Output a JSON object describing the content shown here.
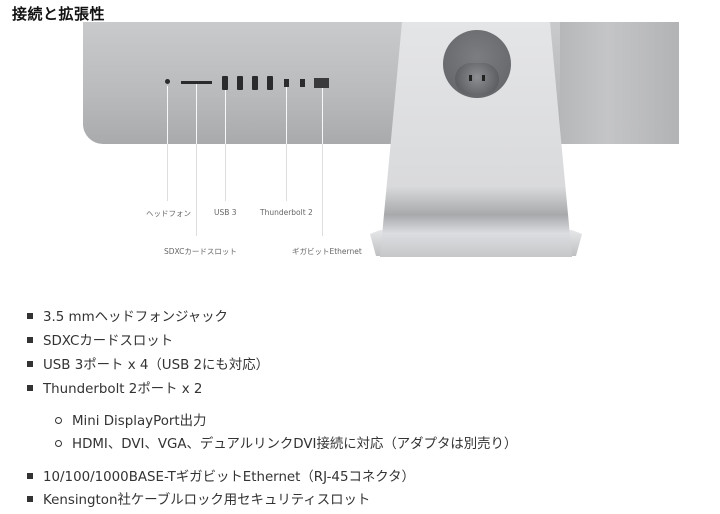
{
  "section": {
    "title": "接続と拡張性"
  },
  "diagram": {
    "labels": {
      "headphone": "ヘッドフォン",
      "usb3": "USB 3",
      "thunderbolt": "Thunderbolt 2",
      "sdxc": "SDXCカードスロット",
      "ethernet": "ギガビットEthernet"
    }
  },
  "features": [
    {
      "text": "3.5 mmヘッドフォンジャック"
    },
    {
      "text": "SDXCカードスロット"
    },
    {
      "text": "USB 3ポート x 4（USB 2にも対応）"
    },
    {
      "text": "Thunderbolt 2ポート x 2",
      "subitems": [
        {
          "text": "Mini DisplayPort出力"
        },
        {
          "text": "HDMI、DVI、VGA、デュアルリンクDVI接続に対応（アダプタは別売り）"
        }
      ]
    },
    {
      "text": "10/100/1000BASE-TギガビットEthernet（RJ-45コネクタ）"
    },
    {
      "text": "Kensington社ケーブルロック用セキュリティスロット"
    }
  ]
}
